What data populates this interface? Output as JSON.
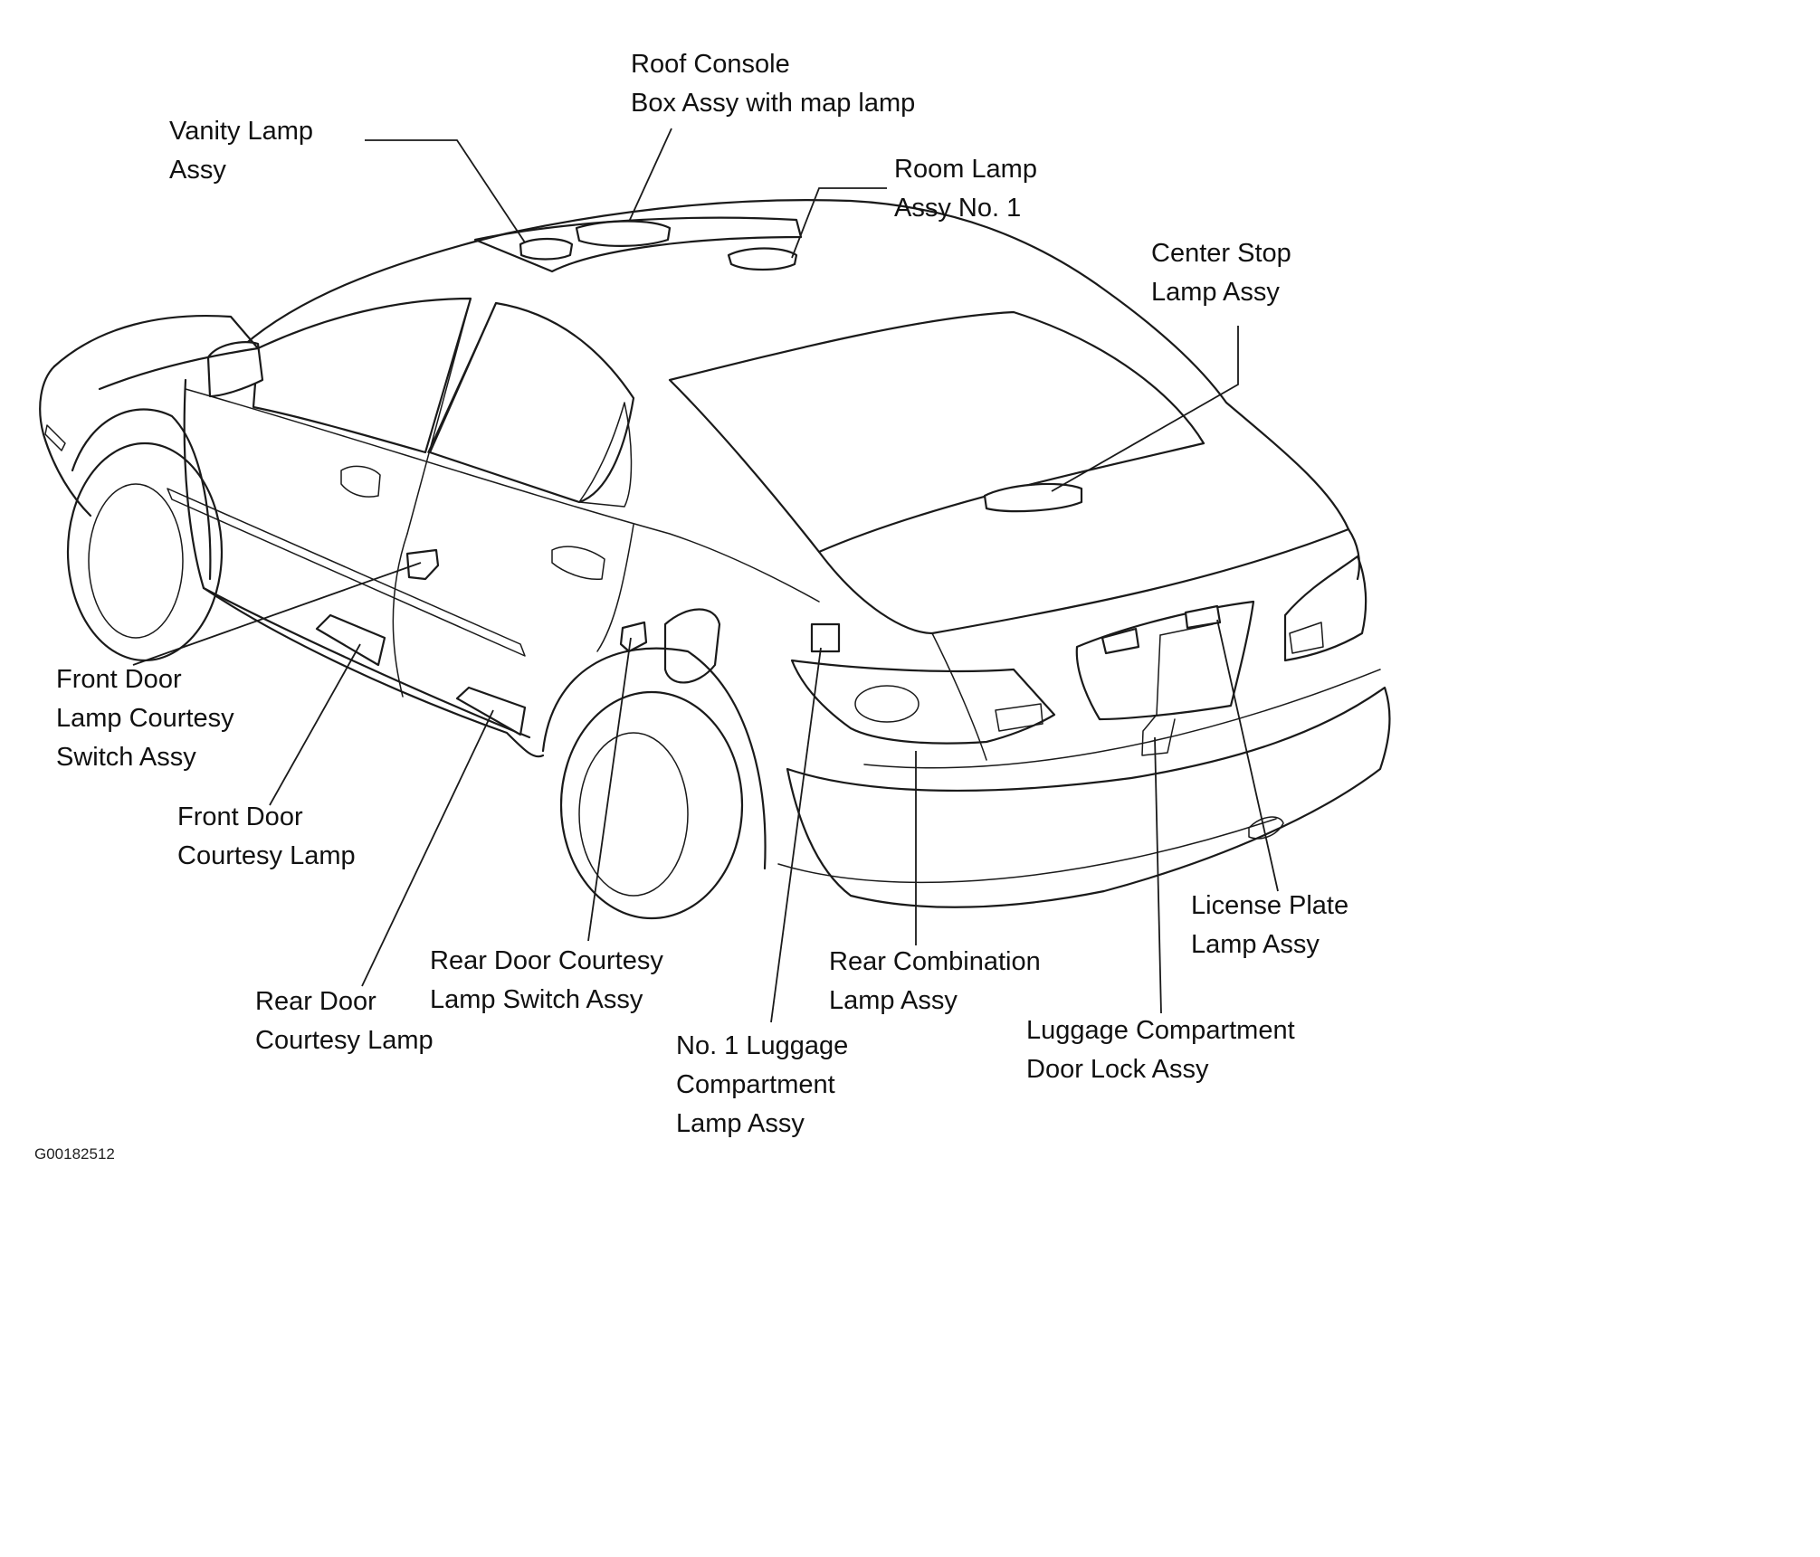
{
  "diagram": {
    "callouts": [
      {
        "id": "vanity-lamp",
        "lines": [
          "Vanity  Lamp",
          "Assy"
        ]
      },
      {
        "id": "roof-console",
        "lines": [
          "Roof Console",
          "Box Assy with map lamp"
        ]
      },
      {
        "id": "room-lamp",
        "lines": [
          "Room Lamp",
          "Assy No. 1"
        ]
      },
      {
        "id": "center-stop-lamp",
        "lines": [
          "Center Stop",
          "Lamp Assy"
        ]
      },
      {
        "id": "front-door-courtesy-switch",
        "lines": [
          "Front Door",
          "Lamp Courtesy",
          "Switch Assy"
        ]
      },
      {
        "id": "front-door-courtesy-lamp",
        "lines": [
          "Front Door",
          "Courtesy Lamp"
        ]
      },
      {
        "id": "rear-door-courtesy-lamp",
        "lines": [
          "Rear Door",
          "Courtesy Lamp"
        ]
      },
      {
        "id": "rear-door-courtesy-switch",
        "lines": [
          "Rear Door Courtesy",
          "Lamp Switch Assy"
        ]
      },
      {
        "id": "luggage-compartment-lamp",
        "lines": [
          "No. 1 Luggage",
          "Compartment",
          "Lamp Assy"
        ]
      },
      {
        "id": "rear-combination-lamp",
        "lines": [
          "Rear Combination",
          "Lamp Assy"
        ]
      },
      {
        "id": "license-plate-lamp",
        "lines": [
          "License Plate",
          "Lamp Assy"
        ]
      },
      {
        "id": "luggage-door-lock",
        "lines": [
          "Luggage Compartment",
          "Door Lock Assy"
        ]
      }
    ],
    "figure_code": "G00182512"
  }
}
